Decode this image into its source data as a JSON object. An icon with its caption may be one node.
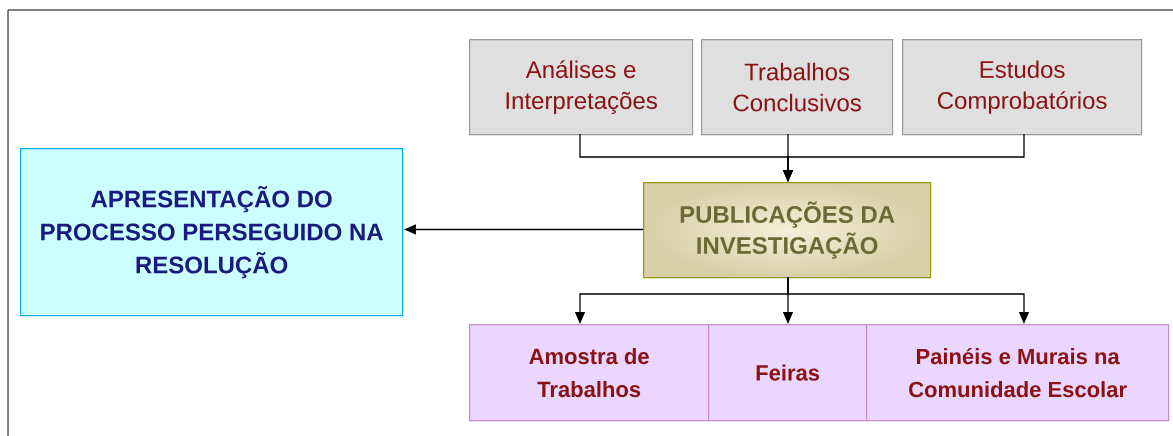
{
  "diagram": {
    "nodes": [
      {
        "text": [
          "Análises e Interpretações"
        ]
      },
      {
        "text": [
          "Trabalhos Conclusivos"
        ]
      },
      {
        "text": [
          "Estudos Comprobatórios"
        ]
      },
      {
        "text": [
          "PUBLICAÇÕES DA INVESTIGAÇÃO"
        ]
      },
      {
        "text": [
          "APRESENTAÇÃO DO PROCESSO PERSEGUIDO NA RESOLUÇÃO"
        ]
      },
      {
        "text": [
          "Amostra de Trabalhos"
        ]
      },
      {
        "text": [
          "Feiras"
        ]
      },
      {
        "text": [
          "Painéis e Murais na Comunidade Escolar"
        ]
      }
    ],
    "edges": [
      {
        "from": 0,
        "to": 3,
        "arrow": "to"
      },
      {
        "from": 1,
        "to": 3,
        "arrow": "to"
      },
      {
        "from": 2,
        "to": 3,
        "arrow": "to"
      },
      {
        "from": 3,
        "to": 4,
        "arrow": "to"
      },
      {
        "from": 3,
        "to": 5,
        "arrow": "to"
      },
      {
        "from": 3,
        "to": 6,
        "arrow": "to"
      },
      {
        "from": 3,
        "to": 7,
        "arrow": "to"
      }
    ]
  }
}
